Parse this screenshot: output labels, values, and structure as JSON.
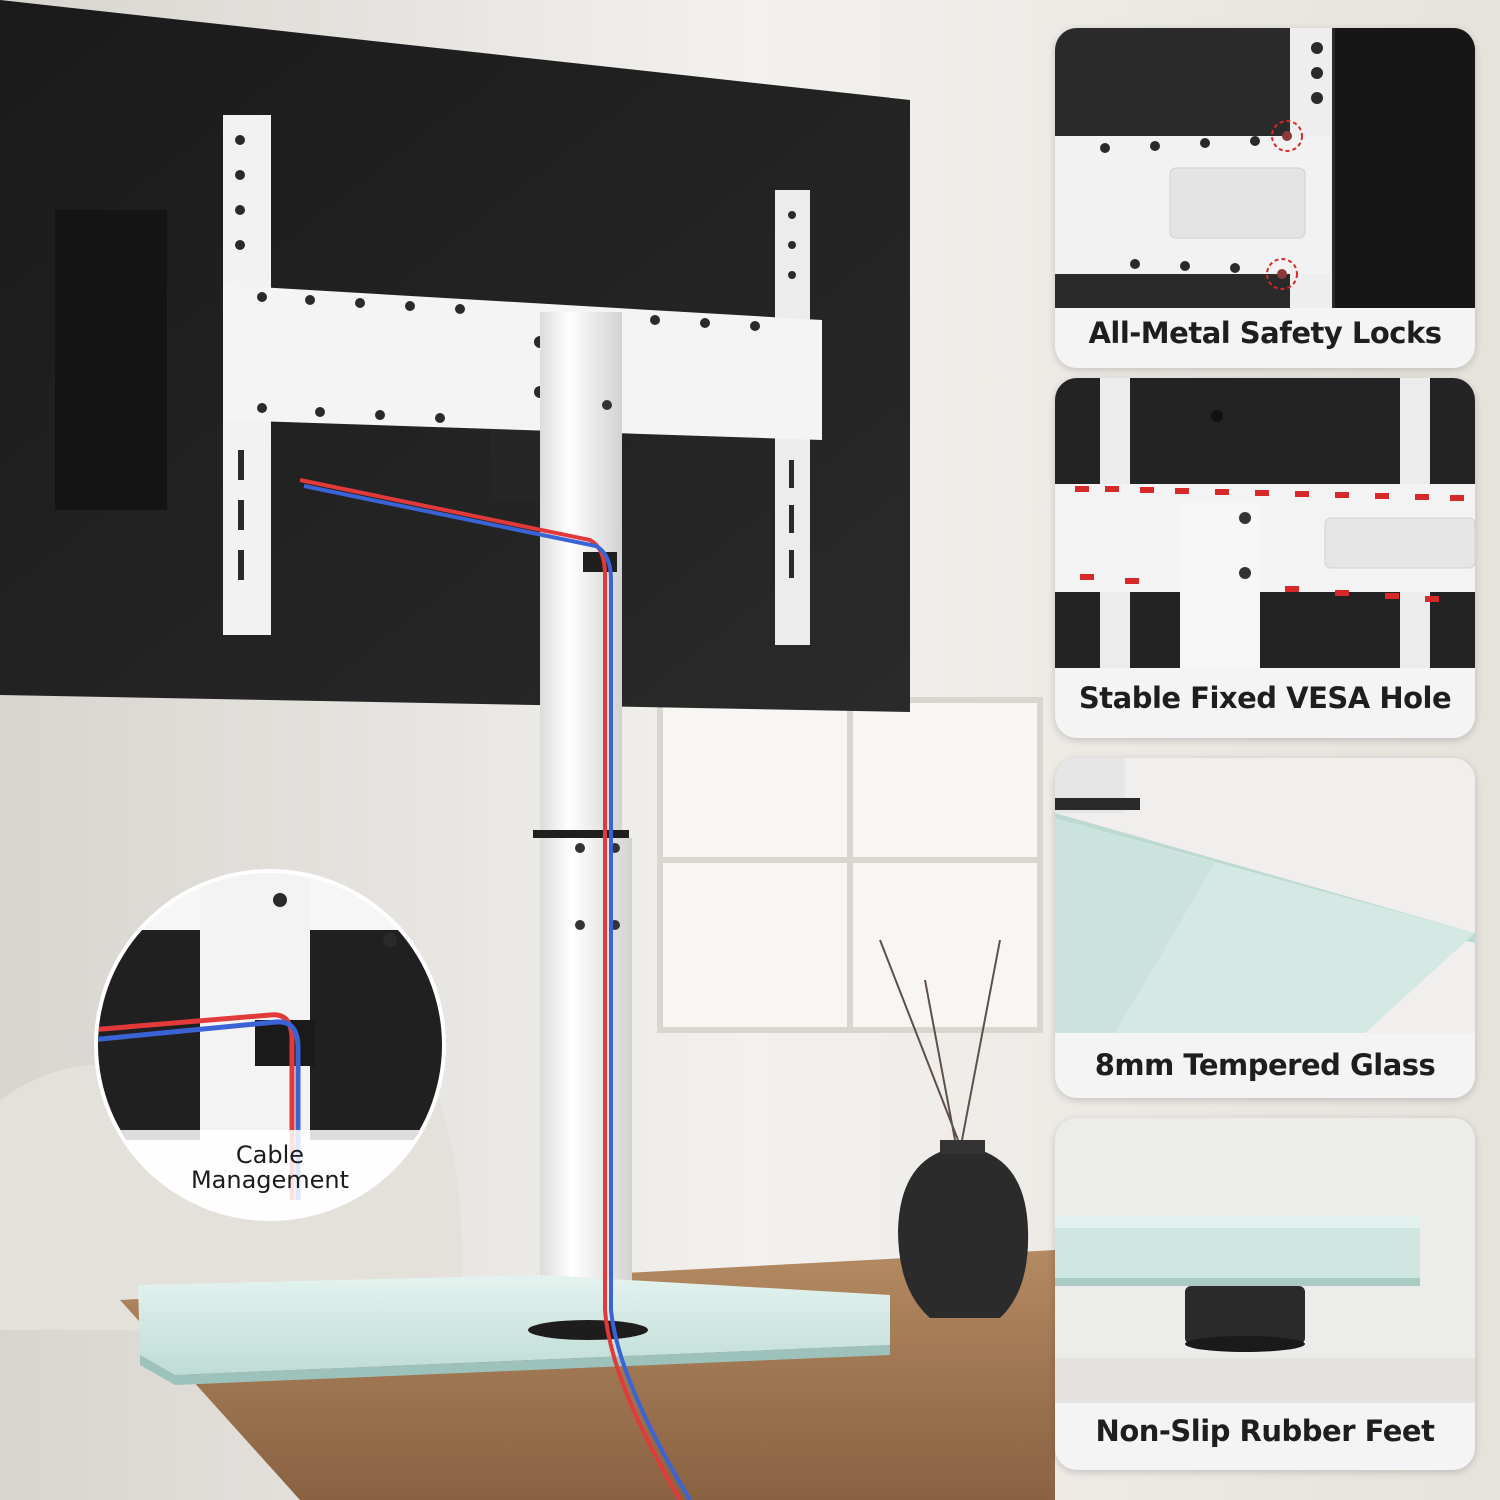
{
  "inset": {
    "label_line1": "Cable",
    "label_line2": "Management"
  },
  "features": [
    {
      "label": "All-Metal Safety Locks"
    },
    {
      "label": "Stable Fixed VESA Hole"
    },
    {
      "label": "8mm Tempered Glass"
    },
    {
      "label": "Non-Slip Rubber Feet"
    }
  ],
  "colors": {
    "tv_back": "#1f1f1f",
    "bracket": "#f2f2f2",
    "glass": "#d6ebe6",
    "cable_red": "#e23a3a",
    "cable_blue": "#3a63d6",
    "lock_highlight": "#d62a2a"
  }
}
